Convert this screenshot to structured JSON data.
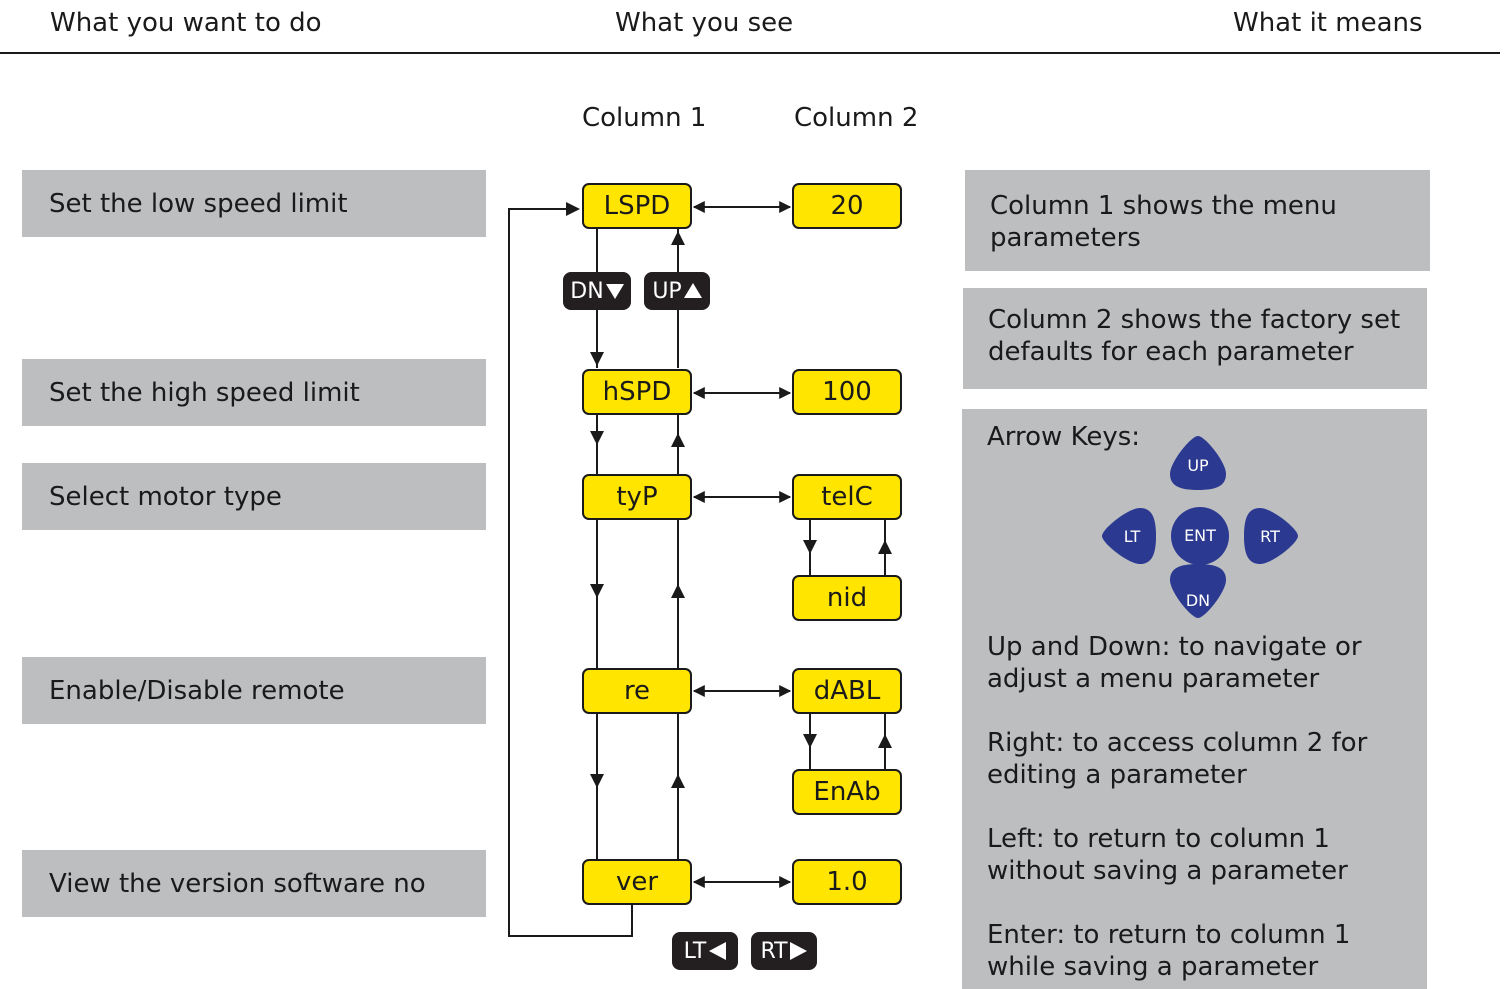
{
  "headers": {
    "col_want": "What you want to do",
    "col_see": "What you see",
    "col_means": "What it means"
  },
  "diagram_columns": {
    "column1": "Column 1",
    "column2": "Column 2"
  },
  "tasks": [
    "Set the low speed limit",
    "Set the high speed limit",
    "Select motor type",
    "Enable/Disable remote",
    "View the version software no"
  ],
  "column1_params": [
    "LSPD",
    "hSPD",
    "tyP",
    "re",
    "ver"
  ],
  "column2_values": {
    "lspd_default": "20",
    "hspd_default": "100",
    "typ_option1": "telC",
    "typ_option2": "nid",
    "re_option1": "dABL",
    "re_option2": "EnAb",
    "ver_value": "1.0"
  },
  "nav_tags": {
    "down": "DN",
    "up": "UP",
    "left": "LT",
    "right": "RT"
  },
  "explanations": {
    "column1": "Column 1 shows the menu parameters",
    "column2": "Column 2 shows the factory set defaults for each parameter",
    "arrow_keys_title": "Arrow Keys:",
    "keys": {
      "up": "UP",
      "left": "LT",
      "enter": "ENT",
      "right": "RT",
      "down": "DN"
    },
    "up_down": "Up and Down: to navigate or adjust a menu parameter",
    "right": "Right: to access column 2 for editing a parameter",
    "left": "Left: to return to column 1 without saving a parameter",
    "enter": "Enter: to return to column 1 while saving a parameter"
  },
  "colors": {
    "panel_grey": "#bcbec0",
    "display_yellow": "#ffe500",
    "key_blue": "#2b3990",
    "tag_black": "#231f20"
  }
}
